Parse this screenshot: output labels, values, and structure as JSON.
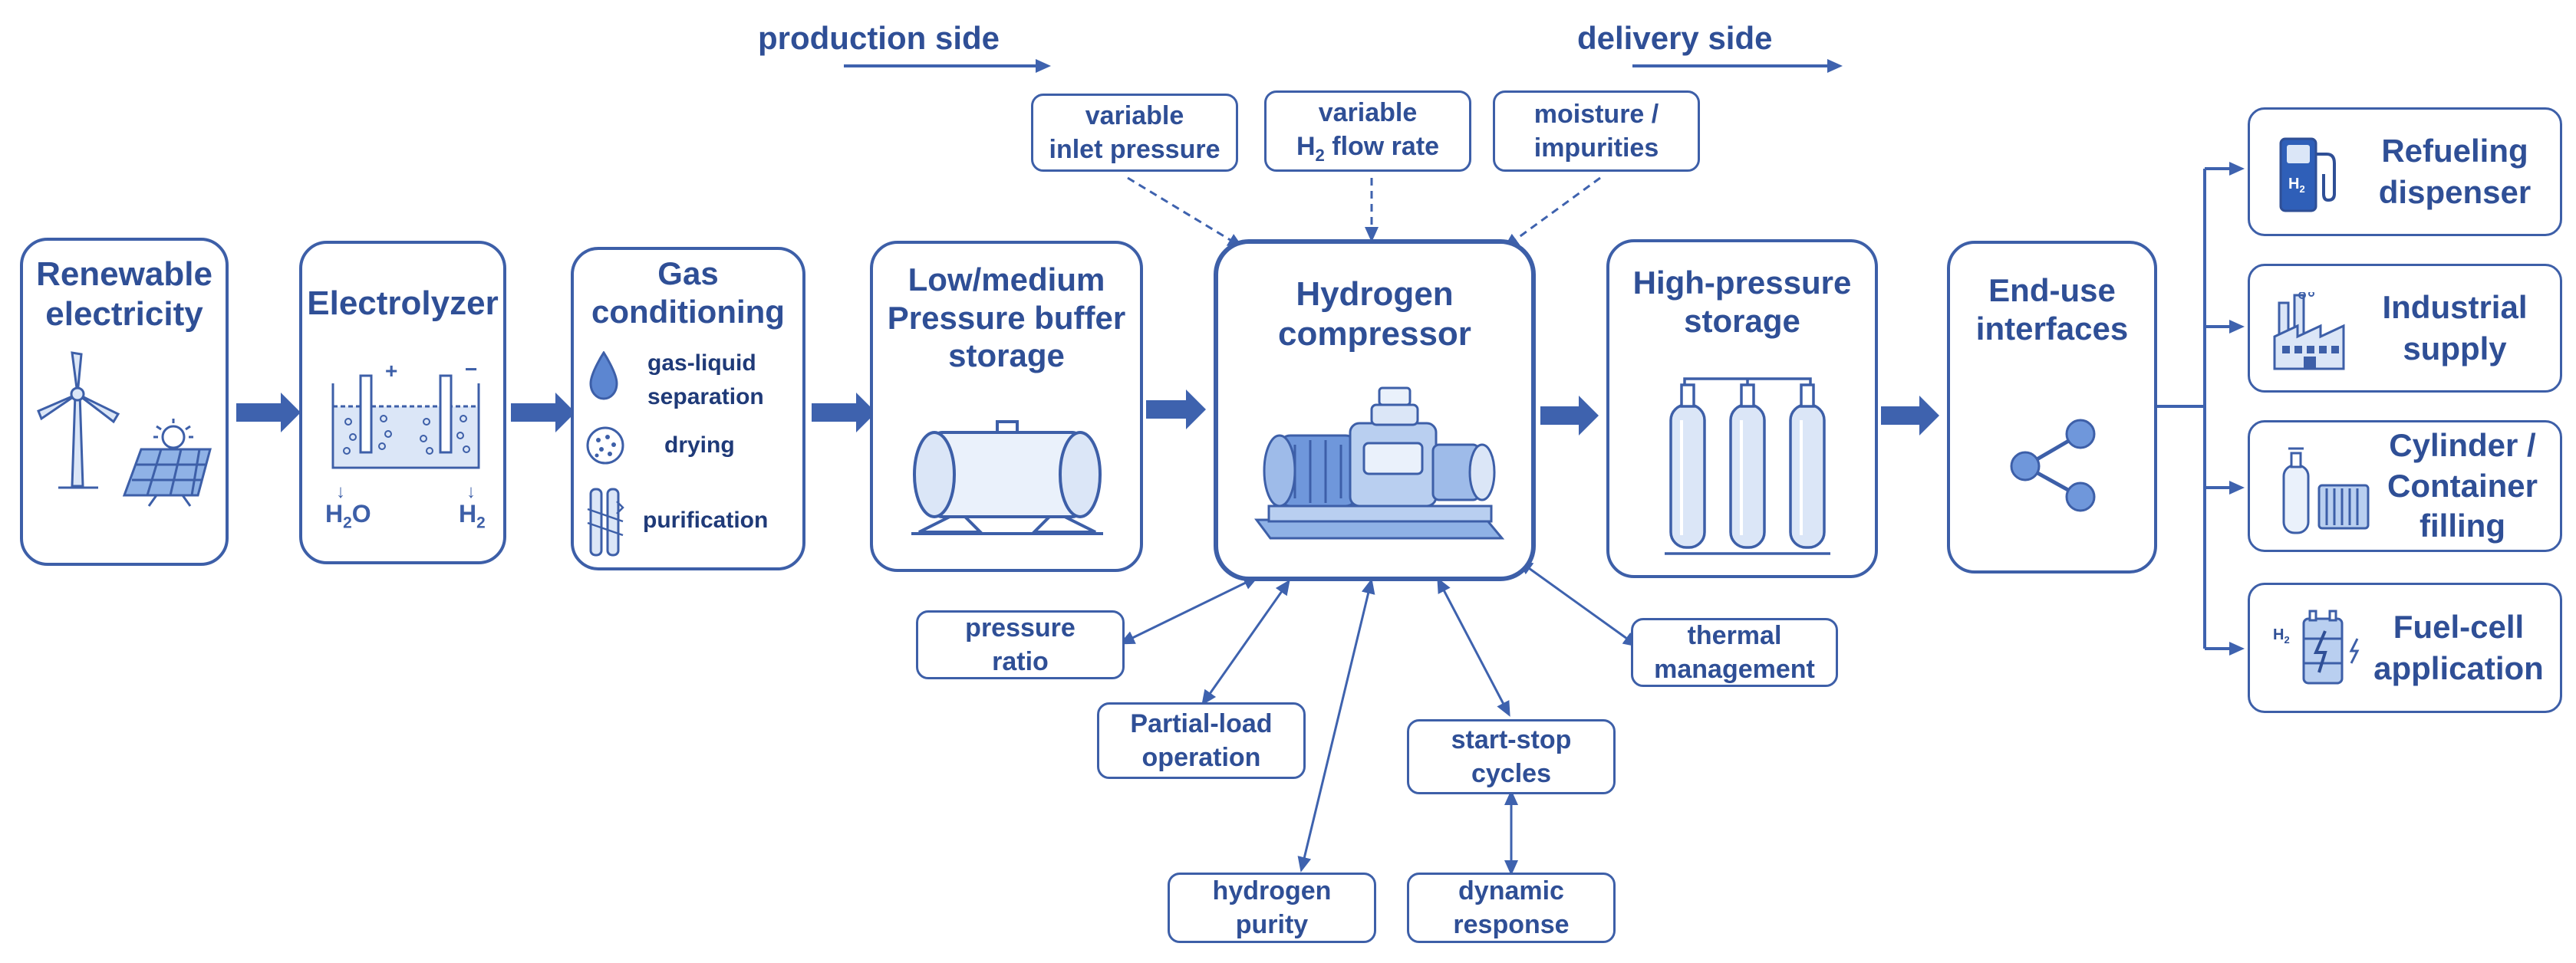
{
  "sides": {
    "production": "production side",
    "delivery": "delivery side"
  },
  "stages": {
    "renewable": {
      "line1": "Renewable",
      "line2": "electricity"
    },
    "electrolyzer": {
      "title": "Electrolyzer",
      "water": "H",
      "water_sub": "2",
      "water_tail": "O",
      "hydrogen": "H",
      "hydrogen_sub": "2",
      "plus": "+",
      "minus": "−"
    },
    "conditioning": {
      "line1": "Gas",
      "line2": "conditioning",
      "steps": [
        {
          "line1": "gas-liquid",
          "line2": "separation"
        },
        {
          "line1": "drying",
          "line2": ""
        },
        {
          "line1": "purification",
          "line2": ""
        }
      ]
    },
    "buffer": {
      "line1": "Low/medium",
      "line2": "Pressure buffer",
      "line3": "storage"
    },
    "compressor": {
      "line1": "Hydrogen",
      "line2": "compressor"
    },
    "hp_storage": {
      "line1": "High-pressure",
      "line2": "storage"
    },
    "end_use": {
      "line1": "End-use",
      "line2": "interfaces"
    }
  },
  "inputs": {
    "inlet_pressure": {
      "line1": "variable",
      "line2": "inlet pressure"
    },
    "flow_rate": {
      "line1": "variable",
      "line2_pre": "H",
      "line2_sub": "2",
      "line2_post": " flow rate"
    },
    "moisture": {
      "line1": "moisture /",
      "line2": "impurities"
    }
  },
  "parameters": {
    "pressure_ratio": {
      "line1": "pressure",
      "line2": "ratio"
    },
    "partial_load": {
      "line1": "Partial-load",
      "line2": "operation"
    },
    "purity": {
      "line1": "hydrogen",
      "line2": "purity"
    },
    "start_stop": {
      "line1": "start-stop",
      "line2": "cycles"
    },
    "dynamic": {
      "line1": "dynamic",
      "line2": "response"
    },
    "thermal": {
      "line1": "thermal",
      "line2": "management"
    }
  },
  "end_uses": [
    {
      "line1": "Refueling",
      "line2": "dispenser",
      "line3": "",
      "icon": "fuel-pump-icon"
    },
    {
      "line1": "Industrial",
      "line2": "supply",
      "line3": "",
      "icon": "factory-icon"
    },
    {
      "line1": "Cylinder /",
      "line2": "Container",
      "line3": "filling",
      "icon": "cylinder-container-icon"
    },
    {
      "line1": "Fuel-cell",
      "line2": "application",
      "line3": "",
      "icon": "fuel-cell-icon"
    }
  ],
  "icon_labels": {
    "h2_small": "H",
    "h2_small_sub": "2"
  },
  "colors": {
    "primary": "#2f4f96",
    "stroke": "#3d5fa8",
    "light": "#dbe6f7",
    "mid": "#8fb2e6",
    "arrow": "#3e62ae"
  }
}
